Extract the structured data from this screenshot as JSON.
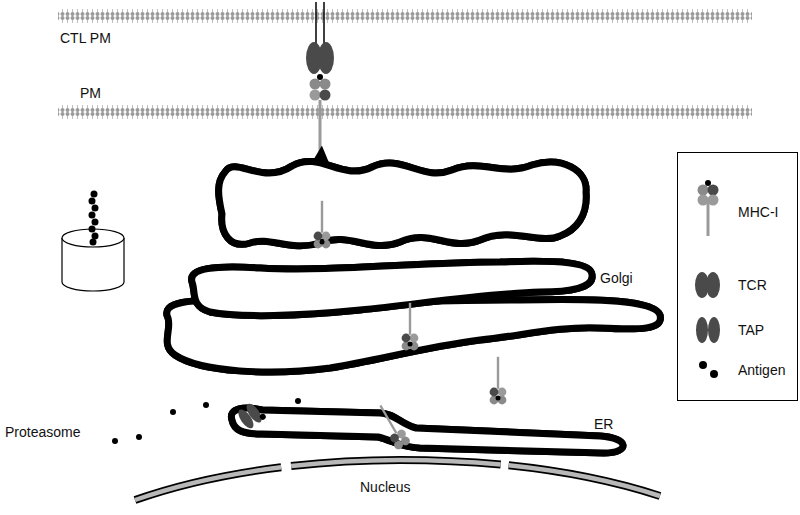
{
  "diagram": {
    "labels": [
      "CTL PM",
      "PM",
      "Golgi",
      "Proteasome",
      "ER",
      "Nucleus"
    ],
    "legend": [
      {
        "text": "MHC-I"
      },
      {
        "text": "TCR"
      },
      {
        "text": "TAP"
      },
      {
        "text": "Antigen"
      }
    ]
  }
}
